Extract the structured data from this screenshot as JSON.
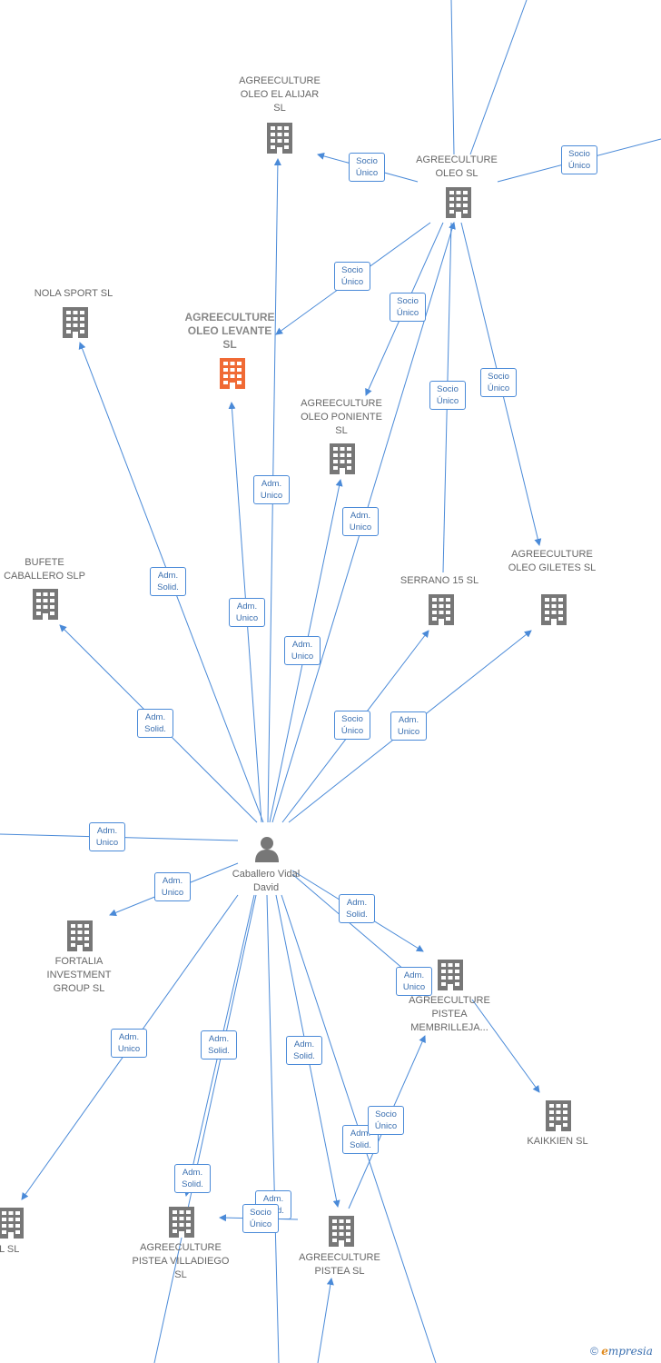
{
  "colors": {
    "edge": "#4a8ad8",
    "building": "#777777",
    "building_focus": "#f06a35",
    "person": "#777777"
  },
  "nodes": {
    "oleo_alijar": {
      "label": "AGREECULTURE OLEO EL ALIJAR  SL"
    },
    "oleo": {
      "label": "AGREECULTURE OLEO  SL"
    },
    "nola": {
      "label": "NOLA SPORT SL"
    },
    "levante": {
      "label": "AGREECULTURE OLEO LEVANTE  SL"
    },
    "poniente": {
      "label": "AGREECULTURE OLEO PONIENTE  SL"
    },
    "bufete": {
      "label": "BUFETE CABALLERO SLP"
    },
    "serrano": {
      "label": "SERRANO 15 SL"
    },
    "giletes": {
      "label": "AGREECULTURE OLEO GILETES  SL"
    },
    "person": {
      "label": "Caballero Vidal David"
    },
    "fortalia": {
      "label": "FORTALIA INVESTMENT GROUP SL"
    },
    "membrilleja": {
      "label": "AGREECULTURE PISTEA MEMBRILLEJA..."
    },
    "kaikkien": {
      "label": "KAIKKIEN SL"
    },
    "am_oil": {
      "label": "AM OIL SL"
    },
    "villadiego": {
      "label": "AGREECULTURE PISTEA VILLADIEGO  SL"
    },
    "pistea": {
      "label": "AGREECULTURE PISTEA  SL"
    }
  },
  "badges": [
    {
      "line1": "Socio",
      "line2": "Único"
    },
    {
      "line1": "Socio",
      "line2": "Único"
    },
    {
      "line1": "Socio",
      "line2": "Único"
    },
    {
      "line1": "Socio",
      "line2": "Único"
    },
    {
      "line1": "Socio",
      "line2": "Único"
    },
    {
      "line1": "Socio",
      "line2": "Único"
    },
    {
      "line1": "Adm.",
      "line2": "Unico"
    },
    {
      "line1": "Adm.",
      "line2": "Unico"
    },
    {
      "line1": "Adm.",
      "line2": "Solid."
    },
    {
      "line1": "Adm.",
      "line2": "Solid."
    },
    {
      "line1": "Adm.",
      "line2": "Unico"
    },
    {
      "line1": "Adm.",
      "line2": "Unico"
    },
    {
      "line1": "Socio",
      "line2": "Único"
    },
    {
      "line1": "Adm.",
      "line2": "Unico"
    },
    {
      "line1": "Adm.",
      "line2": "Unico"
    },
    {
      "line1": "Adm.",
      "line2": "Unico"
    },
    {
      "line1": "Adm.",
      "line2": "Solid."
    },
    {
      "line1": "Adm.",
      "line2": "Unico"
    },
    {
      "line1": "Adm.",
      "line2": "Unico"
    },
    {
      "line1": "Adm.",
      "line2": "Solid."
    },
    {
      "line1": "Adm.",
      "line2": "Solid."
    },
    {
      "line1": "Socio",
      "line2": "Único"
    },
    {
      "line1": "Adm.",
      "line2": "Solid."
    },
    {
      "line1": "Adm.",
      "line2": "Solid."
    },
    {
      "line1": "Adm.",
      "line2": "Solid."
    },
    {
      "line1": "Socio",
      "line2": "Único"
    }
  ],
  "footer": {
    "copyright": "©",
    "brand_initial": "e",
    "brand_rest": "mpresia"
  }
}
